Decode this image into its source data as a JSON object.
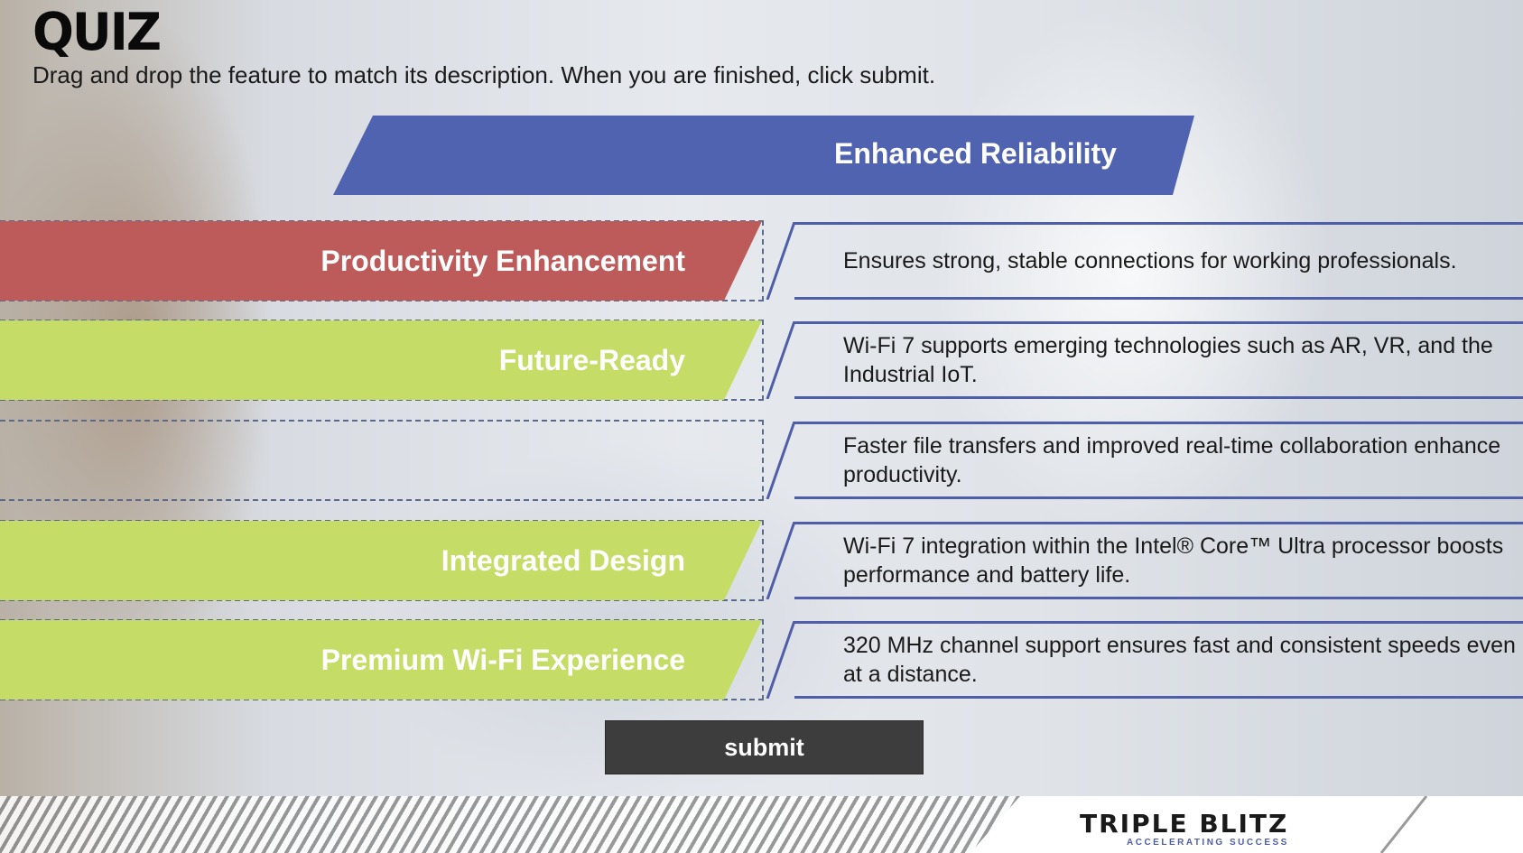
{
  "quiz": {
    "title": "QUIZ",
    "instructions": "Drag and drop the feature to match its description. When you are finished, click submit."
  },
  "answer_banner": {
    "label": "Enhanced Reliability",
    "color": "#5063b0"
  },
  "rows": [
    {
      "feature": "Productivity Enhancement",
      "feature_color": "#bd5b5b",
      "description": "Ensures strong, stable connections for working professionals."
    },
    {
      "feature": "Future-Ready",
      "feature_color": "#c5dc66",
      "description": "Wi-Fi 7 supports emerging technologies such as AR, VR, and the Industrial IoT."
    },
    {
      "feature": "",
      "feature_color": "",
      "description": "Faster file transfers and improved real-time collaboration enhance productivity."
    },
    {
      "feature": "Integrated Design",
      "feature_color": "#c5dc66",
      "description": "Wi-Fi 7 integration within the Intel® Core™ Ultra processor boosts performance and battery life."
    },
    {
      "feature": "Premium Wi-Fi Experience",
      "feature_color": "#c5dc66",
      "description": "320 MHz channel support ensures fast and consistent speeds even at a distance."
    }
  ],
  "submit": {
    "label": "submit"
  },
  "footer": {
    "logo": "TRIPLE BLITZ",
    "tagline": "ACCELERATING SUCCESS"
  }
}
